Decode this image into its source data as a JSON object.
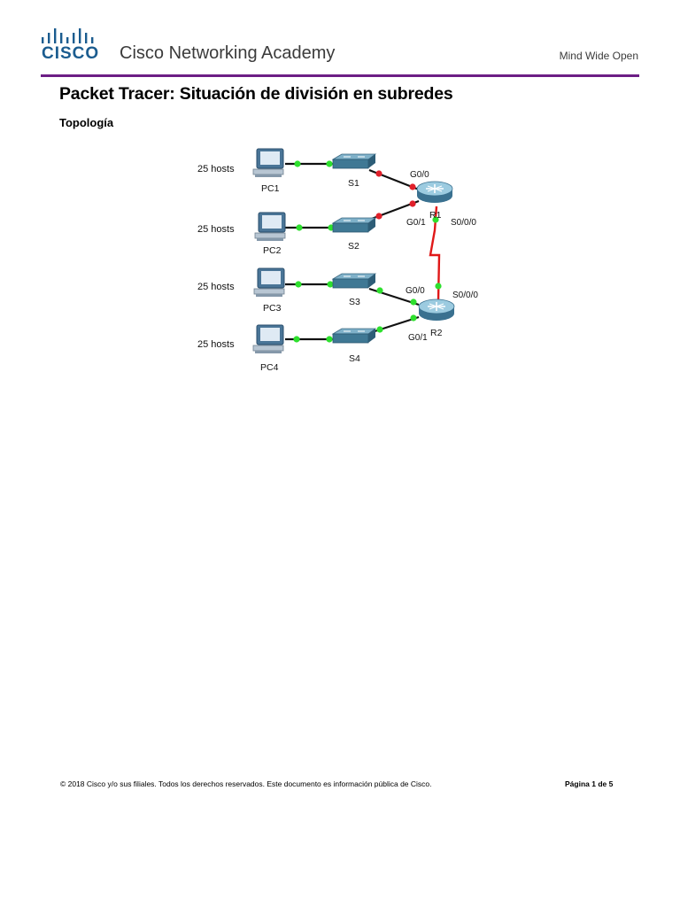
{
  "header": {
    "brand_wordmark": "CISCO",
    "academy_name": "Cisco Networking Academy",
    "tagline": "Mind Wide Open"
  },
  "document": {
    "title": "Packet Tracer: Situación de división en subredes",
    "section_heading": "Topología"
  },
  "topology": {
    "host_labels": [
      "25 hosts",
      "25 hosts",
      "25 hosts",
      "25 hosts"
    ],
    "pcs": [
      "PC1",
      "PC2",
      "PC3",
      "PC4"
    ],
    "switches": [
      "S1",
      "S2",
      "S3",
      "S4"
    ],
    "routers": [
      "R1",
      "R2"
    ],
    "interfaces": {
      "r1_g00": "G0/0",
      "r1_g01": "G0/1",
      "r1_s000": "S0/0/0",
      "r2_g00": "G0/0",
      "r2_g01": "G0/1",
      "r2_s000": "S0/0/0"
    },
    "colors": {
      "link_up": "#2ee02e",
      "link_down": "#e0202a",
      "serial": "#e01818"
    }
  },
  "footer": {
    "copyright": "© 2018 Cisco y/o sus filiales. Todos los derechos reservados. Este documento es información pública de Cisco.",
    "page": "Página 1 de 5"
  }
}
